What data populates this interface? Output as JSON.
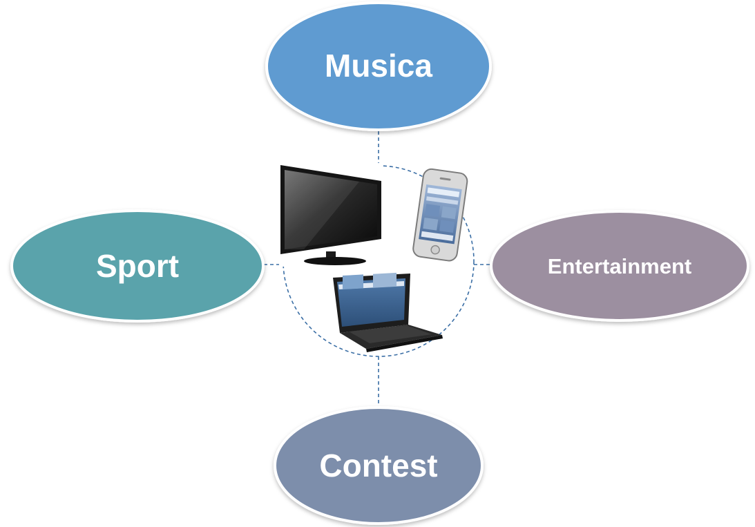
{
  "nodes": {
    "top": {
      "label": "Musica",
      "color": "#5e9bd1"
    },
    "left": {
      "label": "Sport",
      "color": "#5aa3ab"
    },
    "right": {
      "label": "Entertainment",
      "color": "#9c8fa0"
    },
    "bottom": {
      "label": "Contest",
      "color": "#7d8eab"
    }
  },
  "center": {
    "devices": [
      "tv-icon",
      "smartphone-icon",
      "laptop-icon"
    ]
  },
  "connector_color": "#3a6ea5"
}
